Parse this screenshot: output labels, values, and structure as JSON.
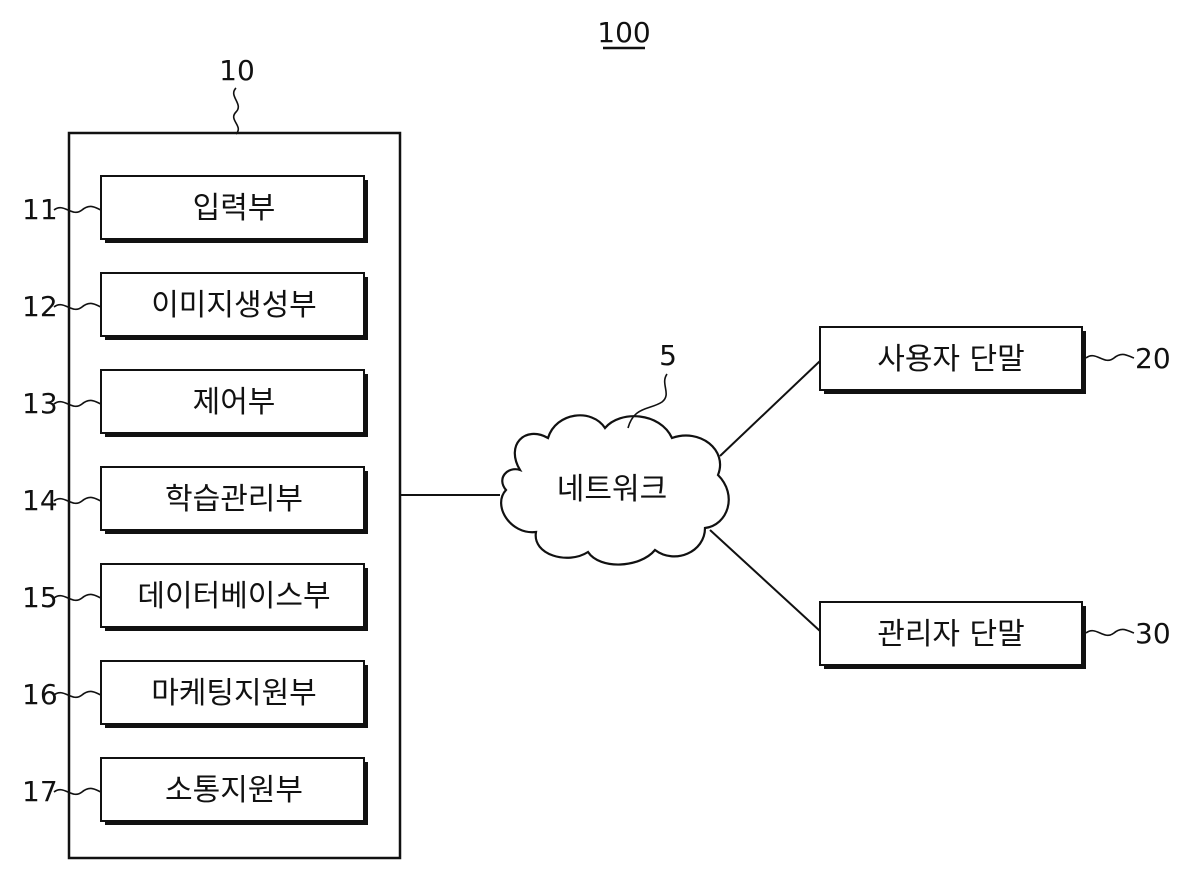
{
  "figure_number": "100",
  "system": {
    "ref": "10"
  },
  "modules": [
    {
      "ref": "11",
      "label": "입력부"
    },
    {
      "ref": "12",
      "label": "이미지생성부"
    },
    {
      "ref": "13",
      "label": "제어부"
    },
    {
      "ref": "14",
      "label": "학습관리부"
    },
    {
      "ref": "15",
      "label": "데이터베이스부"
    },
    {
      "ref": "16",
      "label": "마케팅지원부"
    },
    {
      "ref": "17",
      "label": "소통지원부"
    }
  ],
  "network": {
    "ref": "5",
    "label": "네트워크"
  },
  "terminals": [
    {
      "ref": "20",
      "label": "사용자 단말"
    },
    {
      "ref": "30",
      "label": "관리자 단말"
    }
  ]
}
